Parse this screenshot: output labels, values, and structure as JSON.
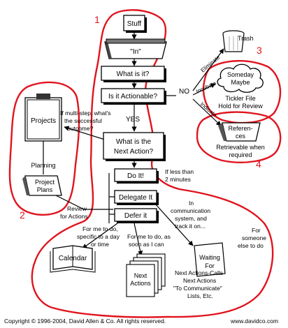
{
  "nodes": {
    "stuff": "Stuff",
    "in": "\"In\"",
    "what_is_it": "What is it?",
    "actionable": "Is it Actionable?",
    "no": "NO",
    "yes": "YES",
    "next_action_1": "What is the",
    "next_action_2": "Next Action?",
    "do_it": "Do It!",
    "delegate_it": "Delegate It",
    "defer_it": "Defer it",
    "projects": "Projects",
    "planning": "Planning",
    "project_plans_1": "Project",
    "project_plans_2": "Plans",
    "trash": "Trash",
    "someday_1": "Someday",
    "someday_2": "Maybe",
    "tickler_1": "Tickler File",
    "tickler_2": "Hold for Review",
    "references_1": "Referen-",
    "references_2": "ces",
    "retrievable_1": "Retrievable when",
    "retrievable_2": "required",
    "calendar": "Calendar",
    "next_actions_1": "Next",
    "next_actions_2": "Actions",
    "waiting_1": "Waiting",
    "waiting_2": "For"
  },
  "annotations": {
    "eliminate": "Eliminate",
    "incubate": "Incubate",
    "indicate": "Indicate",
    "multistep_1": "If multi-step, what's",
    "multistep_2": "the successful",
    "multistep_3": "outcome?",
    "less2_1": "If less than",
    "less2_2": "2 minutes",
    "review_1": "Review",
    "review_2": "for Actions",
    "comm_1": "In",
    "comm_2": "communication",
    "comm_3": "system, and",
    "comm_4": "track it on...",
    "me_day_1": "For me to do,",
    "me_day_2": "specific to a day",
    "me_day_3": "or time",
    "me_soon_1": "For me to do, as",
    "me_soon_2": "soon as I can",
    "someone_1": "For",
    "someone_2": "someone",
    "someone_3": "else to do",
    "lists_1": "Next Actions-Calls",
    "lists_2": "Next Actions",
    "lists_3": "\"To Communicate\"",
    "lists_4": "Lists, Etc."
  },
  "region_numbers": [
    "1",
    "2",
    "3",
    "4"
  ],
  "footer": {
    "copyright": "Copyright  ©  1996-2004, David Allen & Co.  All rights reserved.",
    "site": "www.davidco.com"
  },
  "colors": {
    "outline": "#e0141e",
    "ink": "#000000"
  }
}
